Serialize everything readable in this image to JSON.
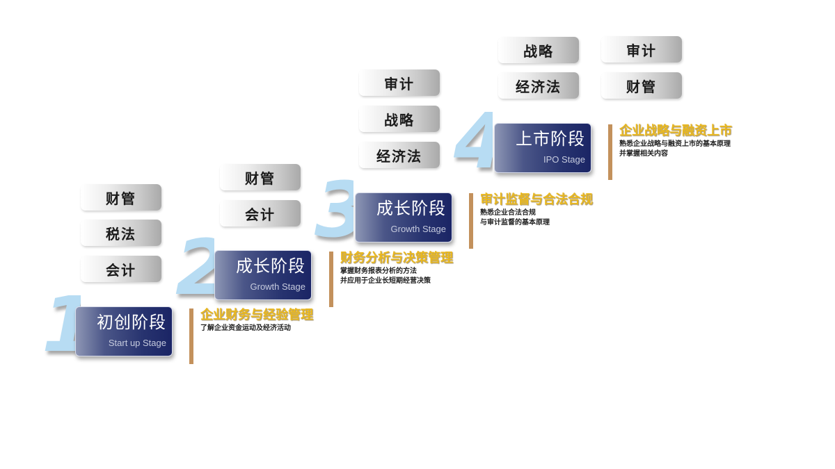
{
  "stages": [
    {
      "number": "1",
      "name_cn": "初创阶段",
      "name_en": "Start up Stage",
      "subjects": [
        "财管",
        "税法",
        "会计"
      ],
      "focus_title": "企业财务与经验管理",
      "focus_lines": [
        "了解企业资金运动及经济活动"
      ]
    },
    {
      "number": "2",
      "name_cn": "成长阶段",
      "name_en": "Growth Stage",
      "subjects": [
        "财管",
        "会计"
      ],
      "focus_title": "财务分析与决策管理",
      "focus_lines": [
        "掌握财务报表分析的方法",
        "并应用于企业长短期经营决策"
      ]
    },
    {
      "number": "3",
      "name_cn": "成长阶段",
      "name_en": "Growth Stage",
      "subjects": [
        "审计",
        "战略",
        "经济法"
      ],
      "focus_title": "审计监督与合法合规",
      "focus_lines": [
        "熟悉企业合法合规",
        "与审计监督的基本原理"
      ]
    },
    {
      "number": "4",
      "name_cn": "上市阶段",
      "name_en": "IPO Stage",
      "subjects": [
        "战略",
        "经济法",
        "审计",
        "财管"
      ],
      "focus_title": "企业战略与融资上市",
      "focus_lines": [
        "熟悉企业战略与融资上市的基本原理",
        "并掌握相关内容"
      ]
    }
  ],
  "colors": {
    "digit": "#b7dcf3",
    "stage_box": "#27336f",
    "accent_bar": "#c3915c",
    "focus_title": "#e9b820"
  }
}
